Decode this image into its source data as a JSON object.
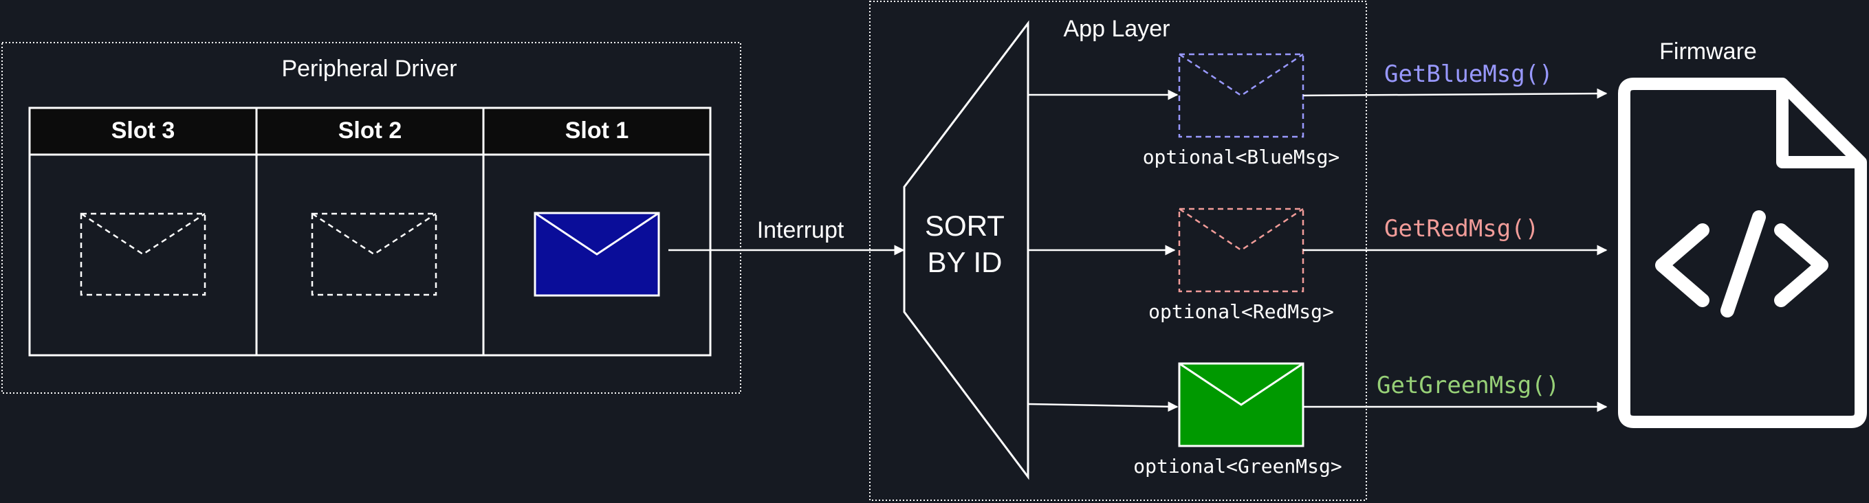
{
  "colors": {
    "background": "#161a22",
    "stroke": "#ffffff",
    "header_fill": "#0c0c0c",
    "blue_envelope": "#0a0d99",
    "green_envelope": "#009900",
    "blue_text": "#9999ff",
    "red_text": "#f19c99",
    "green_text": "#97d077"
  },
  "peripheral_driver": {
    "title": "Peripheral Driver",
    "slots": [
      {
        "label": "Slot 3",
        "state": "empty"
      },
      {
        "label": "Slot 2",
        "state": "empty"
      },
      {
        "label": "Slot 1",
        "state": "filled"
      }
    ]
  },
  "interrupt_label": "Interrupt",
  "app_layer": {
    "title": "App Layer",
    "sorter_line1": "SORT",
    "sorter_line2": "BY ID",
    "outputs": [
      {
        "type_label": "optional<BlueMsg>",
        "state": "empty",
        "color": "#9999ff"
      },
      {
        "type_label": "optional<RedMsg>",
        "state": "empty",
        "color": "#f19c99"
      },
      {
        "type_label": "optional<GreenMsg>",
        "state": "filled",
        "color": "#009900"
      }
    ]
  },
  "calls": [
    {
      "label": "GetBlueMsg()",
      "color": "#9999ff"
    },
    {
      "label": "GetRedMsg()",
      "color": "#f19c99"
    },
    {
      "label": "GetGreenMsg()",
      "color": "#97d077"
    }
  ],
  "firmware": {
    "title": "Firmware",
    "icon": "code-file-icon"
  }
}
